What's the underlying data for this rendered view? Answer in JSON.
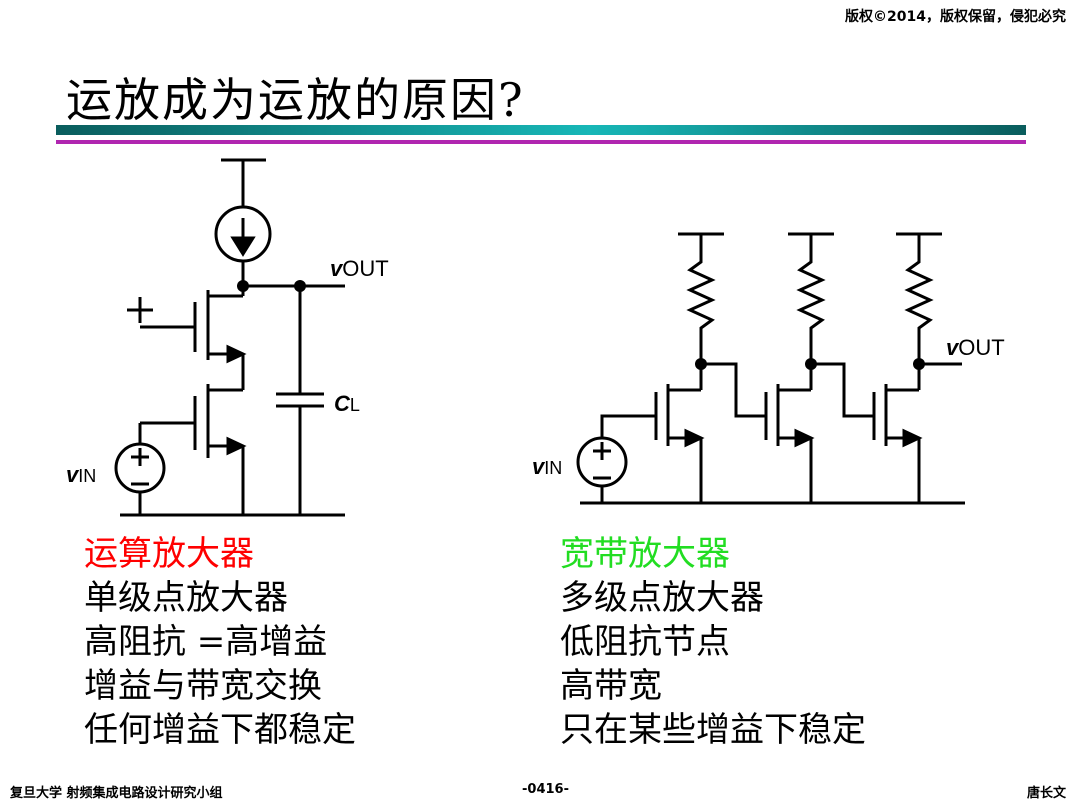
{
  "header": {
    "copyright": "版权©2014，版权保留，侵犯必究",
    "title": "运放成为运放的原因?"
  },
  "left_circuit": {
    "vout_v": "v",
    "vout_sub": "OUT",
    "cl_c": "C",
    "cl_sub": "L",
    "vin_v": "v",
    "vin_sub": "IN",
    "plus_sign": "+"
  },
  "right_circuit": {
    "vout_v": "v",
    "vout_sub": "OUT",
    "vin_v": "v",
    "vin_sub": "IN"
  },
  "left_list": {
    "heading": "运算放大器",
    "items": [
      "单级点放大器",
      "高阻抗 =高增益",
      "增益与带宽交换",
      "任何增益下都稳定"
    ]
  },
  "right_list": {
    "heading": "宽带放大器",
    "items": [
      "多级点放大器",
      "低阻抗节点",
      "高带宽",
      "只在某些增益下稳定"
    ]
  },
  "footer": {
    "left": "复旦大学   射频集成电路设计研究小组",
    "center": "-0416-",
    "right": "唐长文"
  },
  "colors": {
    "heading_left": "#ff0000",
    "heading_right": "#22dd22",
    "bar_teal": "#17b7b7",
    "bar_purple": "#b026b0"
  }
}
